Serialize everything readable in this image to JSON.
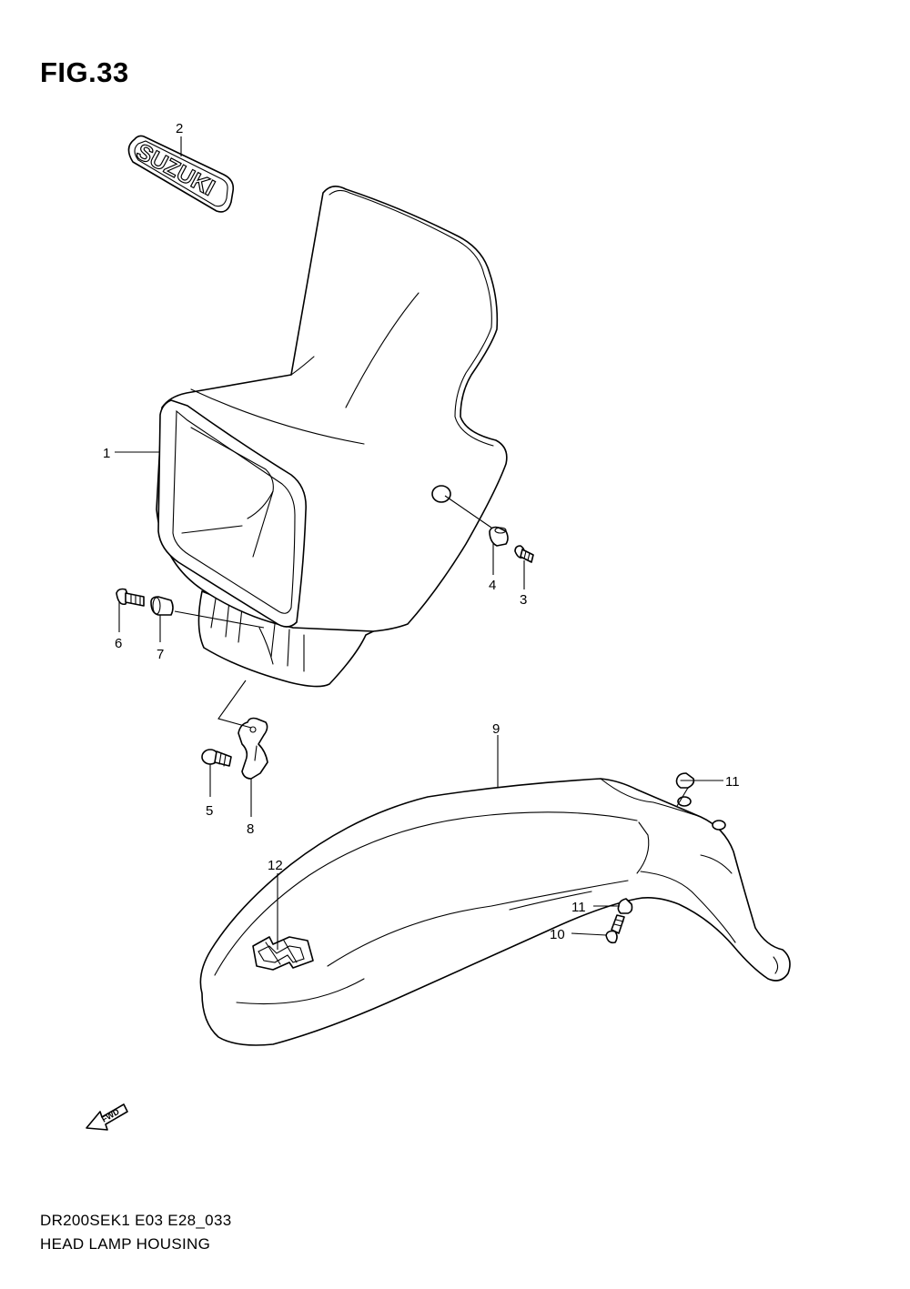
{
  "figure": {
    "title": "FIG.33"
  },
  "footer": {
    "code": "DR200SEK1 E03 E28_033",
    "name": "HEAD LAMP HOUSING"
  },
  "decal_text": "SUZUKI",
  "fwd_text": "FWD",
  "callouts": [
    {
      "id": "1",
      "label": "1"
    },
    {
      "id": "2",
      "label": "2"
    },
    {
      "id": "3",
      "label": "3"
    },
    {
      "id": "4",
      "label": "4"
    },
    {
      "id": "5",
      "label": "5"
    },
    {
      "id": "6",
      "label": "6"
    },
    {
      "id": "7",
      "label": "7"
    },
    {
      "id": "8",
      "label": "8"
    },
    {
      "id": "9",
      "label": "9"
    },
    {
      "id": "10",
      "label": "10"
    },
    {
      "id": "11a",
      "label": "11"
    },
    {
      "id": "11b",
      "label": "11"
    },
    {
      "id": "12",
      "label": "12"
    }
  ]
}
